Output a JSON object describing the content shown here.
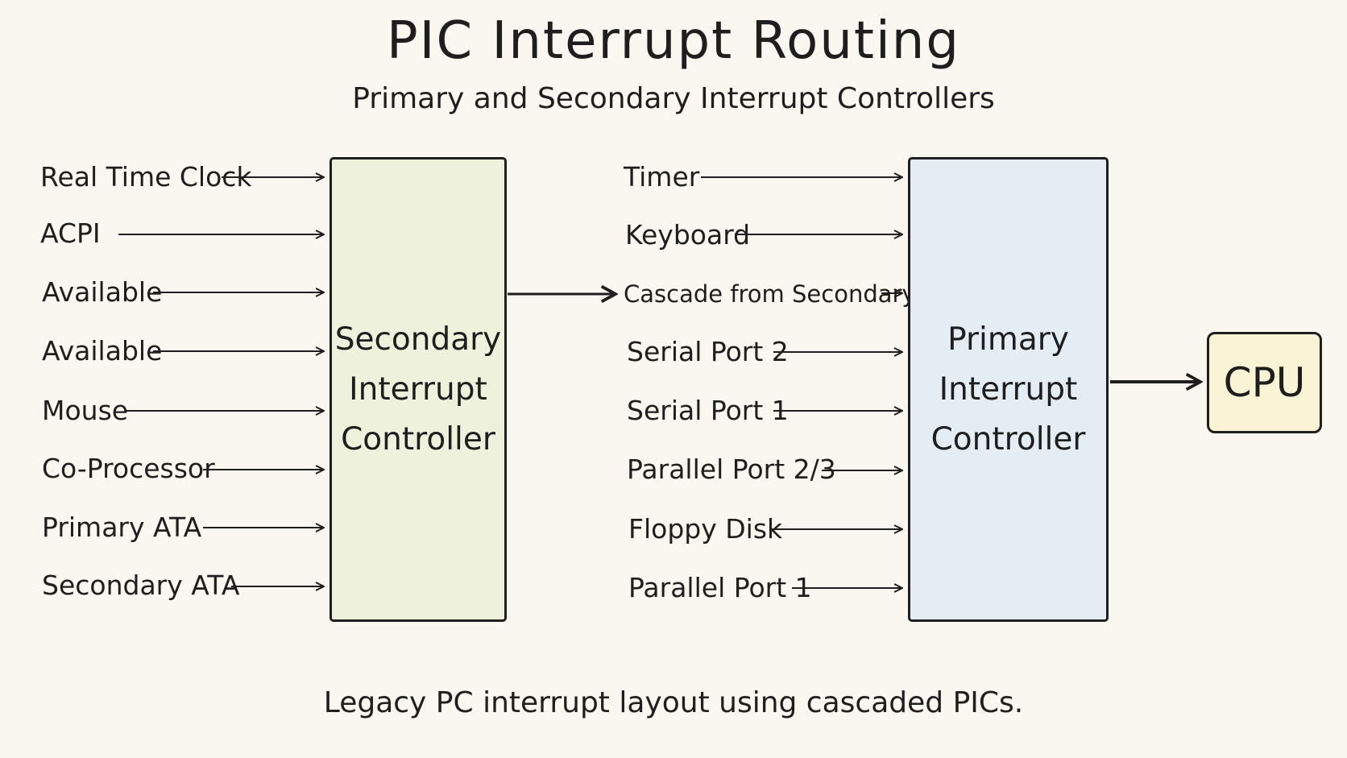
{
  "title": "PIC Interrupt Routing",
  "subtitle": "Primary and Secondary Interrupt Controllers",
  "footnote": "Legacy PC interrupt layout using cascaded PICs.",
  "secondary": {
    "line1": "Secondary",
    "line2": "Interrupt",
    "line3": "Controller",
    "inputs": [
      "Real Time Clock",
      "ACPI",
      "Available",
      "Available",
      "Mouse",
      "Co-Processor",
      "Primary ATA",
      "Secondary ATA"
    ]
  },
  "primary": {
    "line1": "Primary",
    "line2": "Interrupt",
    "line3": "Controller",
    "inputs": [
      "Timer",
      "Keyboard",
      "Cascade from Secondary PIC",
      "Serial Port 2",
      "Serial Port 1",
      "Parallel Port 2/3",
      "Floppy Disk",
      "Parallel Port 1"
    ]
  },
  "cpu": "CPU"
}
